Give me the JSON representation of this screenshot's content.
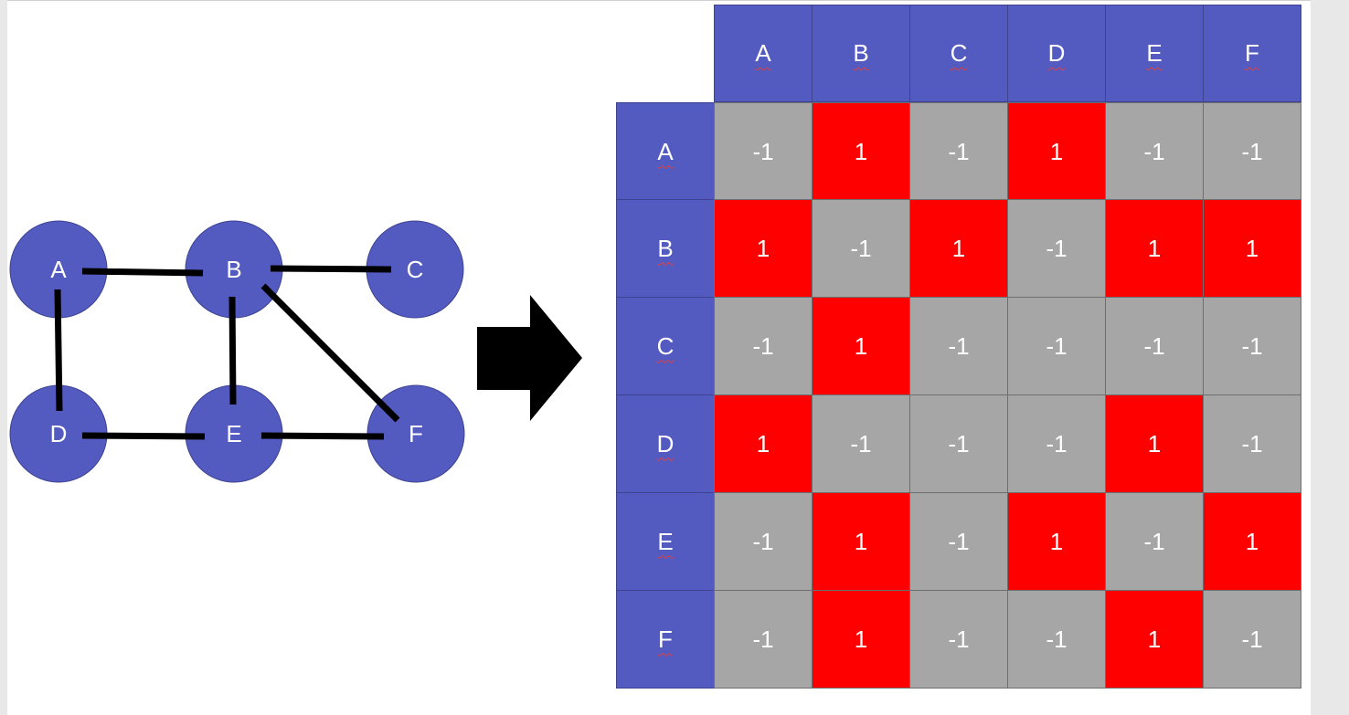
{
  "graph": {
    "nodes": [
      {
        "id": "A",
        "label": "A"
      },
      {
        "id": "B",
        "label": "B"
      },
      {
        "id": "C",
        "label": "C"
      },
      {
        "id": "D",
        "label": "D"
      },
      {
        "id": "E",
        "label": "E"
      },
      {
        "id": "F",
        "label": "F"
      }
    ],
    "edges": [
      [
        "A",
        "B"
      ],
      [
        "B",
        "C"
      ],
      [
        "A",
        "D"
      ],
      [
        "B",
        "E"
      ],
      [
        "B",
        "F"
      ],
      [
        "D",
        "E"
      ],
      [
        "E",
        "F"
      ]
    ]
  },
  "matrix": {
    "columns": [
      "A",
      "B",
      "C",
      "D",
      "E",
      "F"
    ],
    "rows": [
      "A",
      "B",
      "C",
      "D",
      "E",
      "F"
    ],
    "values": [
      [
        "-1",
        "1",
        "-1",
        "1",
        "-1",
        "-1"
      ],
      [
        "1",
        "-1",
        "1",
        "-1",
        "1",
        "1"
      ],
      [
        "-1",
        "1",
        "-1",
        "-1",
        "-1",
        "-1"
      ],
      [
        "1",
        "-1",
        "-1",
        "-1",
        "1",
        "-1"
      ],
      [
        "-1",
        "1",
        "-1",
        "1",
        "-1",
        "1"
      ],
      [
        "-1",
        "1",
        "-1",
        "-1",
        "1",
        "-1"
      ]
    ]
  },
  "colors": {
    "node": "#535ac0",
    "header": "#535ac0",
    "positive": "#ff0000",
    "negative": "#a6a6a6",
    "edge": "#000000",
    "arrow": "#000000"
  }
}
